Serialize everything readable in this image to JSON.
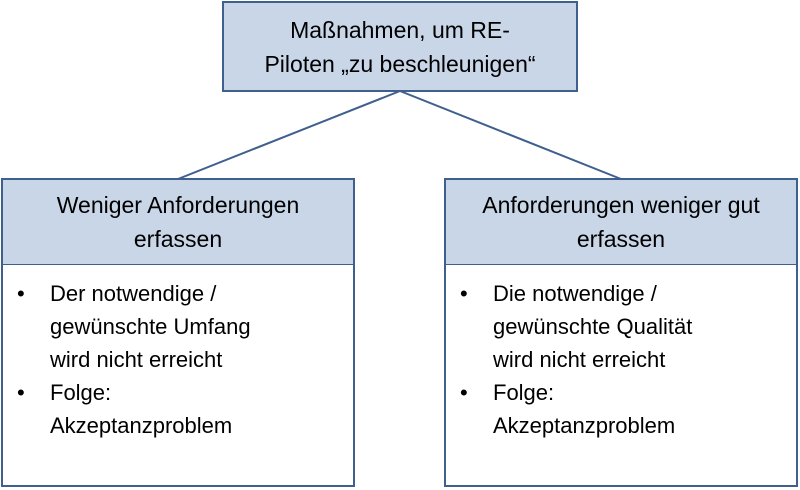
{
  "diagram": {
    "root": {
      "line1": "Maßnahmen, um RE-",
      "line2": "Piloten „zu beschleunigen“"
    },
    "left": {
      "title_line1": "Weniger Anforderungen",
      "title_line2": "erfassen",
      "bullets": [
        {
          "lines": [
            "Der notwendige /",
            "gewünschte Umfang",
            "wird nicht erreicht"
          ]
        },
        {
          "lines": [
            "Folge:",
            "Akzeptanzproblem"
          ]
        }
      ]
    },
    "right": {
      "title_line1": "Anforderungen weniger gut",
      "title_line2": "erfassen",
      "bullets": [
        {
          "lines": [
            "Die notwendige /",
            "gewünschte Qualität",
            "wird nicht erreicht"
          ]
        },
        {
          "lines": [
            "Folge:",
            "Akzeptanzproblem"
          ]
        }
      ]
    },
    "bullet_symbol": "•",
    "colors": {
      "header_fill": "#c9d6e8",
      "border": "#3f5f8f"
    }
  }
}
